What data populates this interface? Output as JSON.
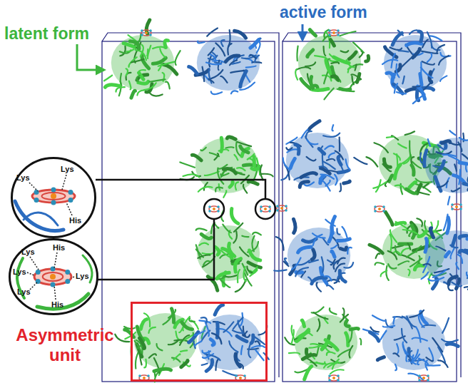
{
  "diagram": {
    "nodes": [
      {
        "text": [
          "Lys",
          "Lys",
          "His"
        ]
      },
      {
        "text": [
          "Lys",
          "His",
          "Lys",
          "Lys",
          "Lys",
          "His"
        ]
      },
      {
        "text": [
          "Asymmetric unit"
        ]
      }
    ],
    "labels": [
      "latent form",
      "active form"
    ]
  }
}
